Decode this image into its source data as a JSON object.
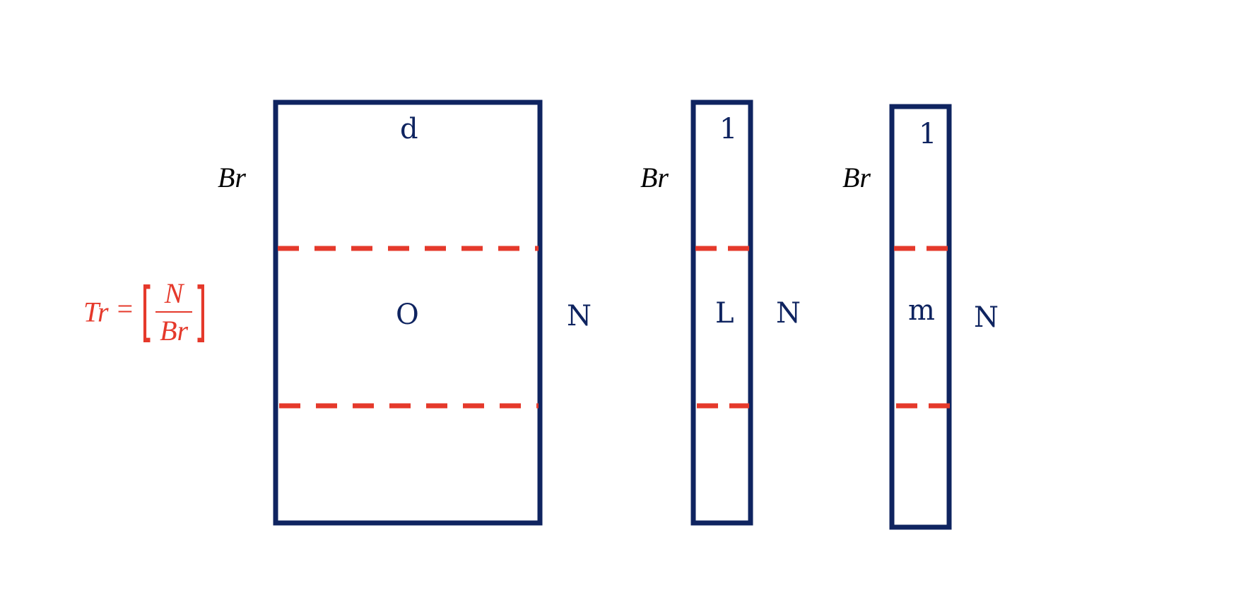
{
  "colors": {
    "box": "#0f2460",
    "dash": "#e5392b",
    "formula": "#e5392b"
  },
  "formula": {
    "lhs": "Tr",
    "eq": "=",
    "numerator": "N",
    "denominator": "Br"
  },
  "matrices": [
    {
      "id": "O",
      "name": "O",
      "col_label": "d",
      "row_block_label": "Br",
      "rows_label": "N"
    },
    {
      "id": "L",
      "name": "L",
      "col_label": "1",
      "row_block_label": "Br",
      "rows_label": "N"
    },
    {
      "id": "m",
      "name": "m",
      "col_label": "1",
      "row_block_label": "Br",
      "rows_label": "N"
    }
  ]
}
